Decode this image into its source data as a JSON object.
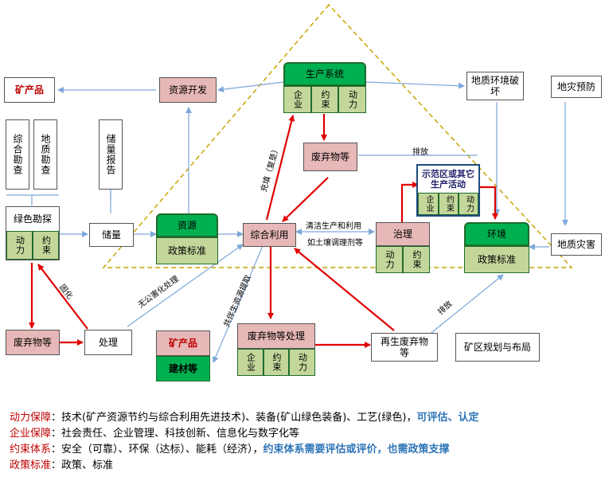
{
  "nodes": {
    "mineral_left": "矿产品",
    "resource_dev": "资源开发",
    "prod_system": "生产系统",
    "enterprise": "企业",
    "constraint": "约束",
    "dynamic": "动力",
    "geo_env_damage": "地质环境破坏",
    "geo_prevention": "地灾预防",
    "comprehensive_survey": "综合勘查",
    "geo_survey": "地质勘查",
    "reserve_report": "储量报告",
    "waste_top": "废弃物等",
    "demo_zone": "示范区或其它生产活动",
    "green_explore": "绿色勘探",
    "reserve": "储量",
    "resource": "资源",
    "policy_std": "政策标准",
    "comp_util": "综合利用",
    "governance": "治理",
    "environment": "环境",
    "geo_disaster": "地质灾害",
    "waste_left": "废弃物等",
    "disposal": "处理",
    "mineral_bottom": "矿产品",
    "building_mat": "建材等",
    "waste_treatment": "废弃物等处理",
    "recycled_waste": "再生废弃物等",
    "mine_planning": "矿区规划与布局"
  },
  "edge_labels": {
    "discharge_top": "排放",
    "cleaner_prod": "清洁生产和利用",
    "soil_conditioner": "如土壤调理剂等",
    "backfill": "充填（复垦）",
    "solidify": "固化",
    "harmless": "无公害化处理",
    "extract_assoc": "共伴生资源提取",
    "discharge_bottom": "排放"
  },
  "legend": [
    {
      "key": "动力保障",
      "text": "：技术(矿产资源节约与综合利用先进技术)、装备(矿山绿色装备)、工艺(绿色)，",
      "note": "可评估、认定"
    },
    {
      "key": "企业保障",
      "text": "：社会责任、企业管理、科技创新、信息化与数字化等",
      "note": ""
    },
    {
      "key": "约束体系",
      "text": "：安全（可靠）、环保（达标）、能耗（经济），",
      "note": "约束体系需要评估或评价，也需政策支撑"
    },
    {
      "key": "政策标准",
      "text": "：政策、标准",
      "note": ""
    }
  ],
  "colors": {
    "red_arrow": "#e00000",
    "blue_arrow": "#7da7d9",
    "triangle": "#c9a400",
    "green": "#00b050",
    "cell": "#c4d79b",
    "pink": "#e6b8b7"
  }
}
